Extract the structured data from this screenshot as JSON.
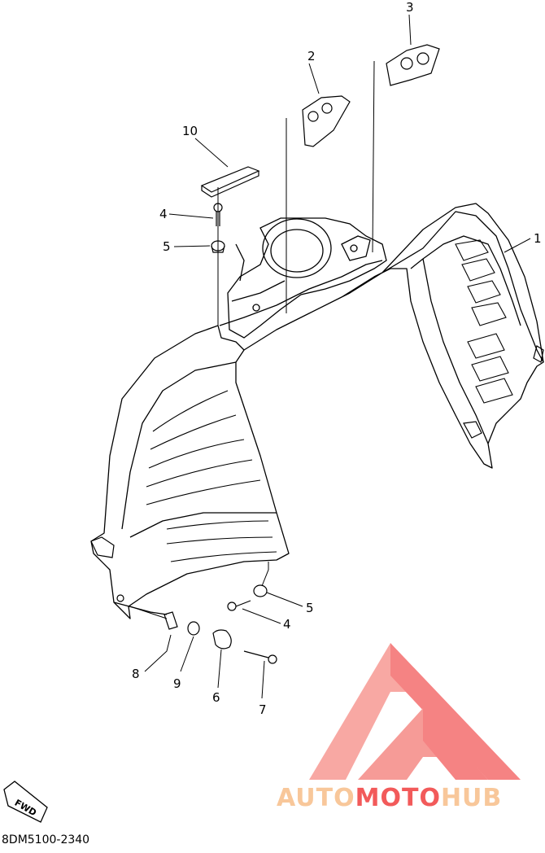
{
  "diagram": {
    "part_code": "8DM5100-2340",
    "direction_label": "FWD",
    "callouts": [
      {
        "id": "c1",
        "label": "1"
      },
      {
        "id": "c2",
        "label": "2"
      },
      {
        "id": "c3",
        "label": "3"
      },
      {
        "id": "c4a",
        "label": "4"
      },
      {
        "id": "c4b",
        "label": "4"
      },
      {
        "id": "c5a",
        "label": "5"
      },
      {
        "id": "c5b",
        "label": "5"
      },
      {
        "id": "c6",
        "label": "6"
      },
      {
        "id": "c7",
        "label": "7"
      },
      {
        "id": "c8",
        "label": "8"
      },
      {
        "id": "c9",
        "label": "9"
      },
      {
        "id": "c10",
        "label": "10"
      }
    ]
  },
  "watermark": {
    "part1": "AUTO",
    "part2": "MOTO",
    "part3": "HUB",
    "color_light": "#f8c79a",
    "color_main": "#f25a5a"
  }
}
